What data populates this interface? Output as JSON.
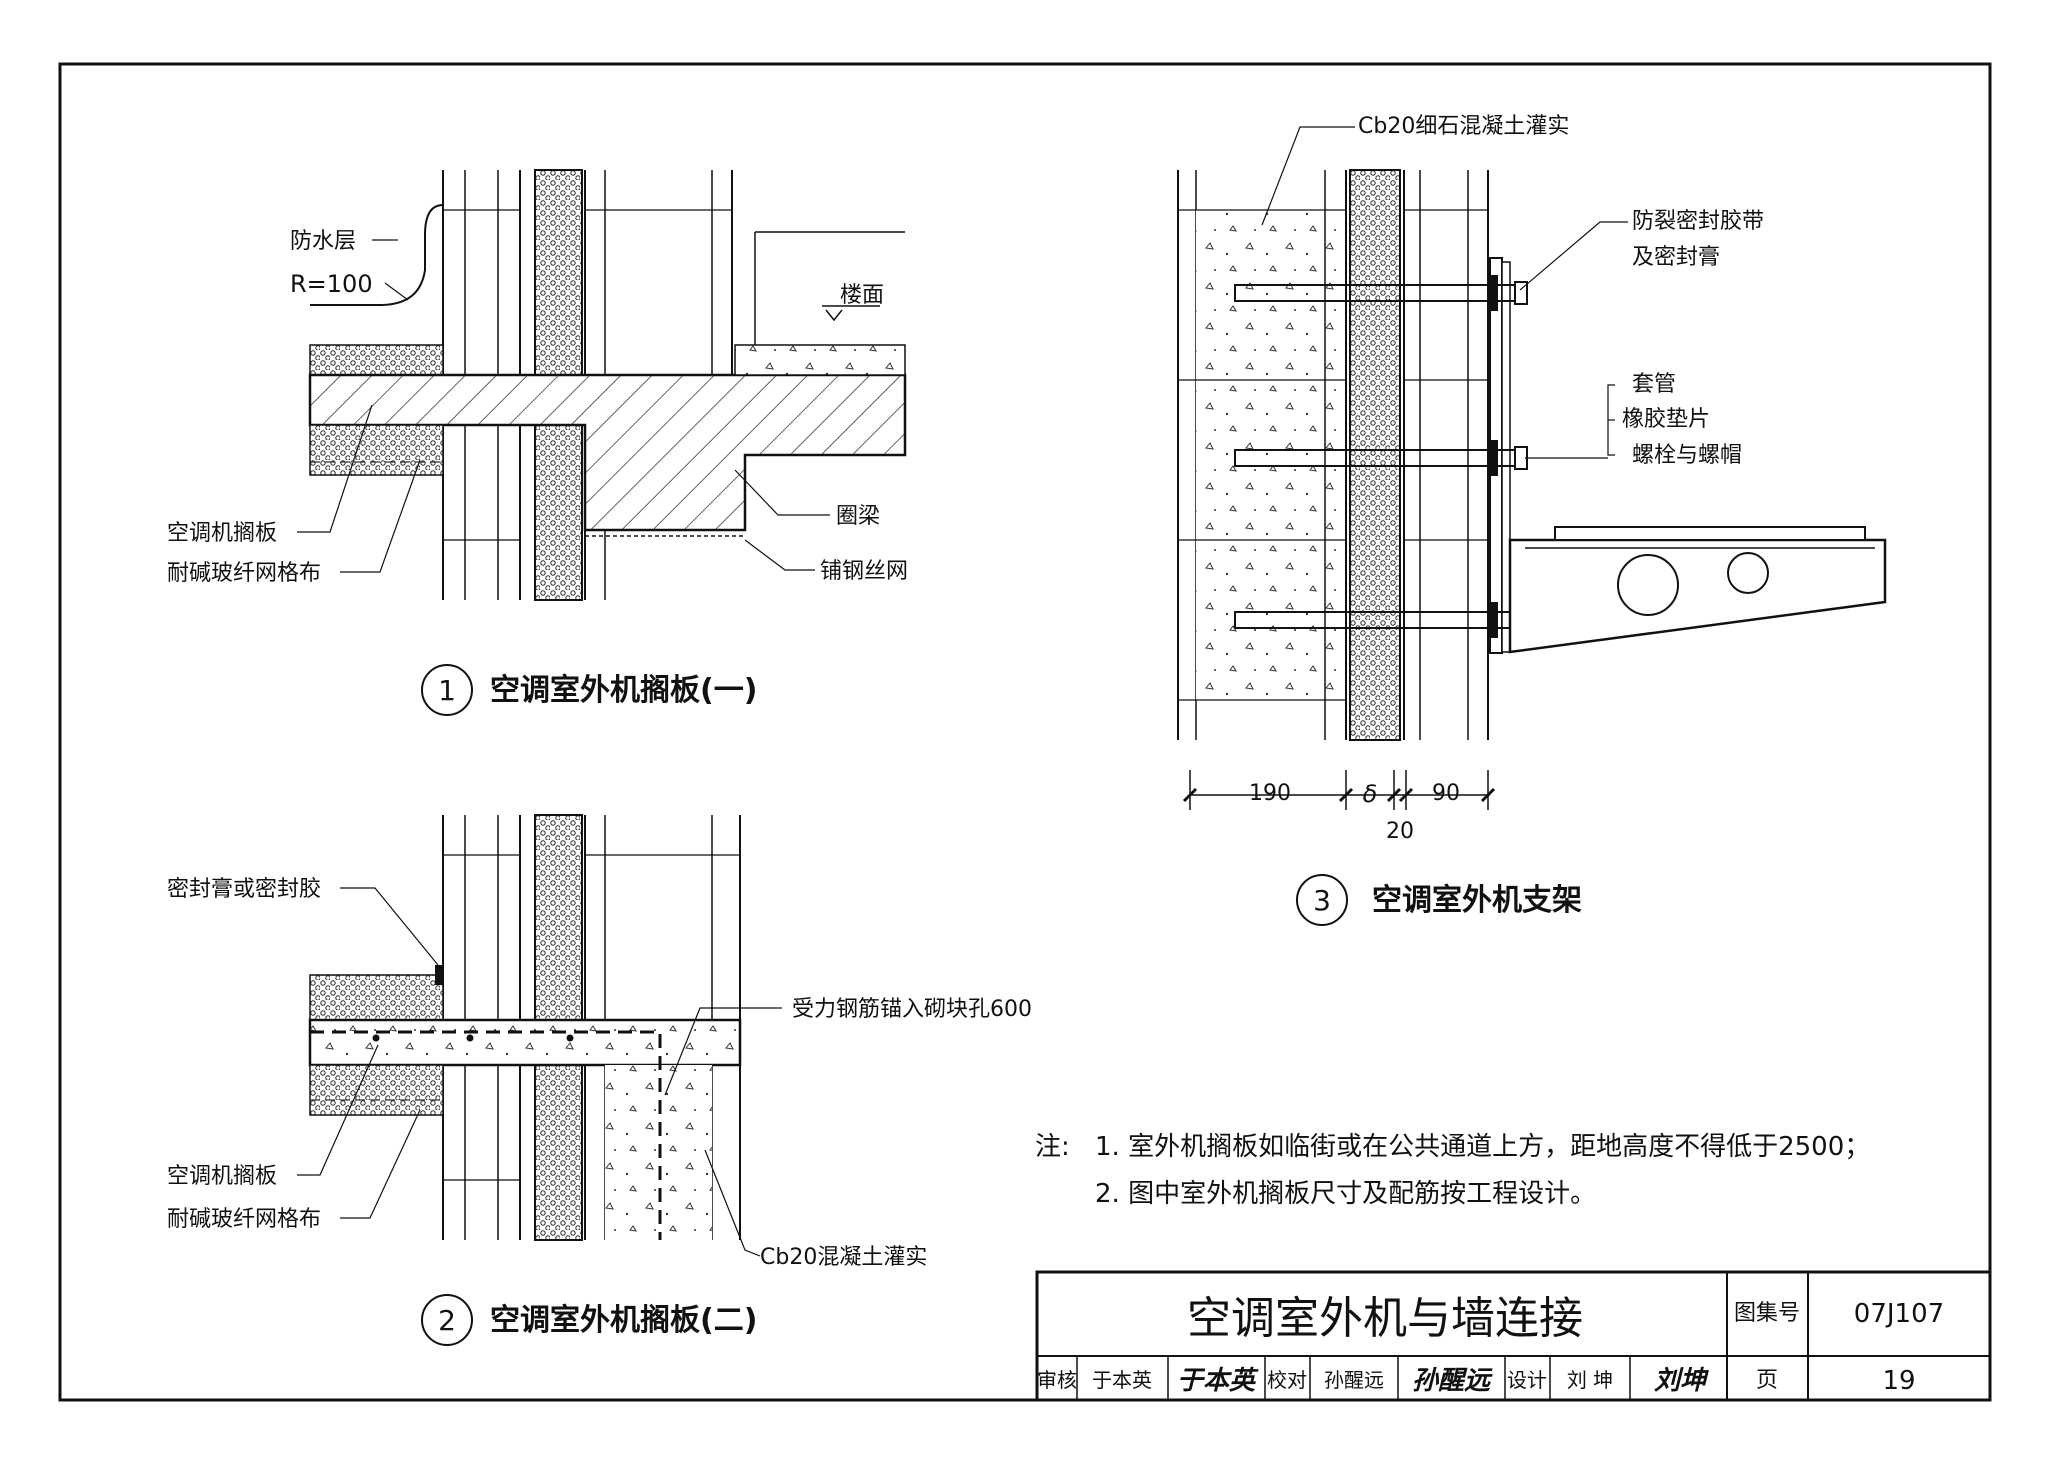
{
  "detail1": {
    "number": "1",
    "title": "空调室外机搁板(一)",
    "labels": {
      "waterproof": "防水层",
      "radius": "R=100",
      "floor": "楼面",
      "shelf": "空调机搁板",
      "mesh": "耐碱玻纤网格布",
      "ring_beam": "圈梁",
      "wire_mesh": "铺钢丝网"
    }
  },
  "detail2": {
    "number": "2",
    "title": "空调室外机搁板(二)",
    "labels": {
      "sealant": "密封膏或密封胶",
      "rebar": "受力钢筋锚入砌块孔600",
      "shelf": "空调机搁板",
      "mesh": "耐碱玻纤网格布",
      "concrete": "Cb20混凝土灌实"
    }
  },
  "detail3": {
    "number": "3",
    "title": "空调室外机支架",
    "labels": {
      "fine_concrete": "Cb20细石混凝土灌实",
      "tape_line1": "防裂密封胶带",
      "tape_line2": "及密封膏",
      "sleeve": "套管",
      "rubber": "橡胶垫片",
      "bolt": "螺栓与螺帽"
    },
    "dims": {
      "d1": "190",
      "d2": "δ",
      "d3": "90",
      "d4": "20"
    }
  },
  "notes": {
    "prefix": "注:",
    "n1": "1.  室外机搁板如临街或在公共通道上方，距地高度不得低于2500；",
    "n2": "2.  图中室外机搁板尺寸及配筋按工程设计。"
  },
  "titleblock": {
    "title": "空调室外机与墙连接",
    "atlas_label": "图集号",
    "atlas_no": "07J107",
    "page_label": "页",
    "page_no": "19",
    "review_label": "审核",
    "reviewer": "于本英",
    "check_label": "校对",
    "checker": "孙醒远",
    "design_label": "设计",
    "designer": "刘 坤",
    "sig1": "于本英",
    "sig2": "孙醒远",
    "sig3": "刘坤"
  }
}
